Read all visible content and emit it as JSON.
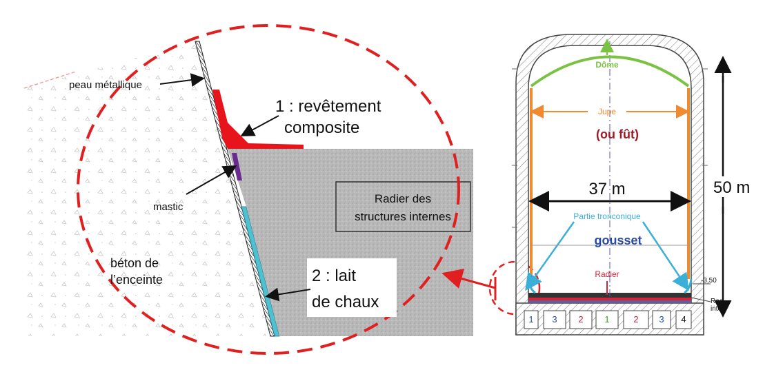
{
  "detail": {
    "peau_metallique": "peau métallique",
    "revetement_line1": "1 : revêtement",
    "revetement_line2": "composite",
    "mastic": "mastic",
    "radier_line1": "Radier des",
    "radier_line2": "structures internes",
    "beton_line1": "béton de",
    "beton_line2": "l’enceinte",
    "lait_line1": "2 : lait",
    "lait_line2": "de chaux"
  },
  "section": {
    "dome": "Dôme",
    "jupe": "Jupe",
    "fut": "(ou fût)",
    "diameter": "37 m",
    "height": "50 m",
    "tronconique": "Partie tronconique",
    "gousset": "gousset",
    "radier": "Radier",
    "level": "-3,50",
    "radier_cut1": "Rac",
    "radier_cut2": "inter",
    "gallery_numbers": [
      "1",
      "3",
      "2",
      "1",
      "2",
      "3",
      "4"
    ]
  },
  "colors": {
    "dashed_circle": "#e02020",
    "composite": "#e8141c",
    "mastic": "#6a2b90",
    "lait_de_chaux": "#4ec0d0",
    "dome": "#7cc242",
    "jupe": "#f08a30",
    "gousset": "#2a4aa8",
    "tronconique_arrow": "#3ab0d8",
    "radier": "#d0253a",
    "fut": "#a01a28"
  }
}
